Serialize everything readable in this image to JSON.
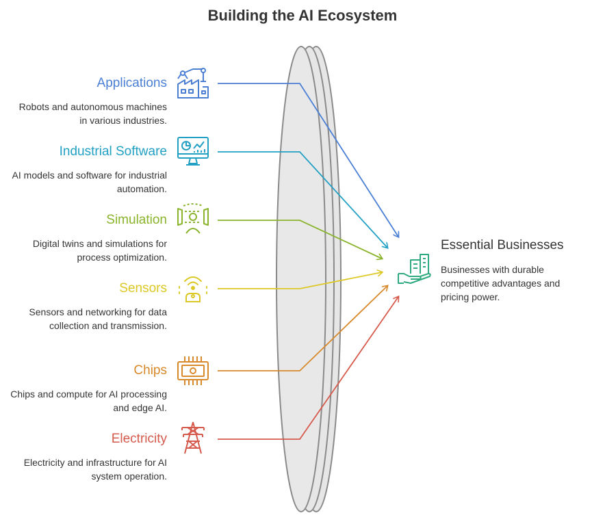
{
  "title": "Building the AI Ecosystem",
  "layers": [
    {
      "title": "Applications",
      "description": "Robots and autonomous machines in various industries.",
      "color": "#4a7fd4",
      "icon": "factory-robot-arm-icon"
    },
    {
      "title": "Industrial Software",
      "description": "AI models and software for industrial automation.",
      "color": "#22a0c4",
      "icon": "monitor-dashboard-icon"
    },
    {
      "title": "Simulation",
      "description": "Digital twins and simulations for process optimization.",
      "color": "#8ab42c",
      "icon": "simulation-viewer-icon"
    },
    {
      "title": "Sensors",
      "description": "Sensors and networking for data collection and transmission.",
      "color": "#dcc824",
      "icon": "wireless-sensor-icon"
    },
    {
      "title": "Chips",
      "description": "Chips and compute for AI processing and edge AI.",
      "color": "#d8892c",
      "icon": "microchip-icon"
    },
    {
      "title": "Electricity",
      "description": "Electricity and infrastructure for AI system operation.",
      "color": "#d65a4c",
      "icon": "power-tower-icon"
    }
  ],
  "target": {
    "title": "Essential Businesses",
    "description": "Businesses with durable competitive advantages and pricing power.",
    "color": "#2fa97e",
    "icon": "hand-buildings-icon"
  }
}
